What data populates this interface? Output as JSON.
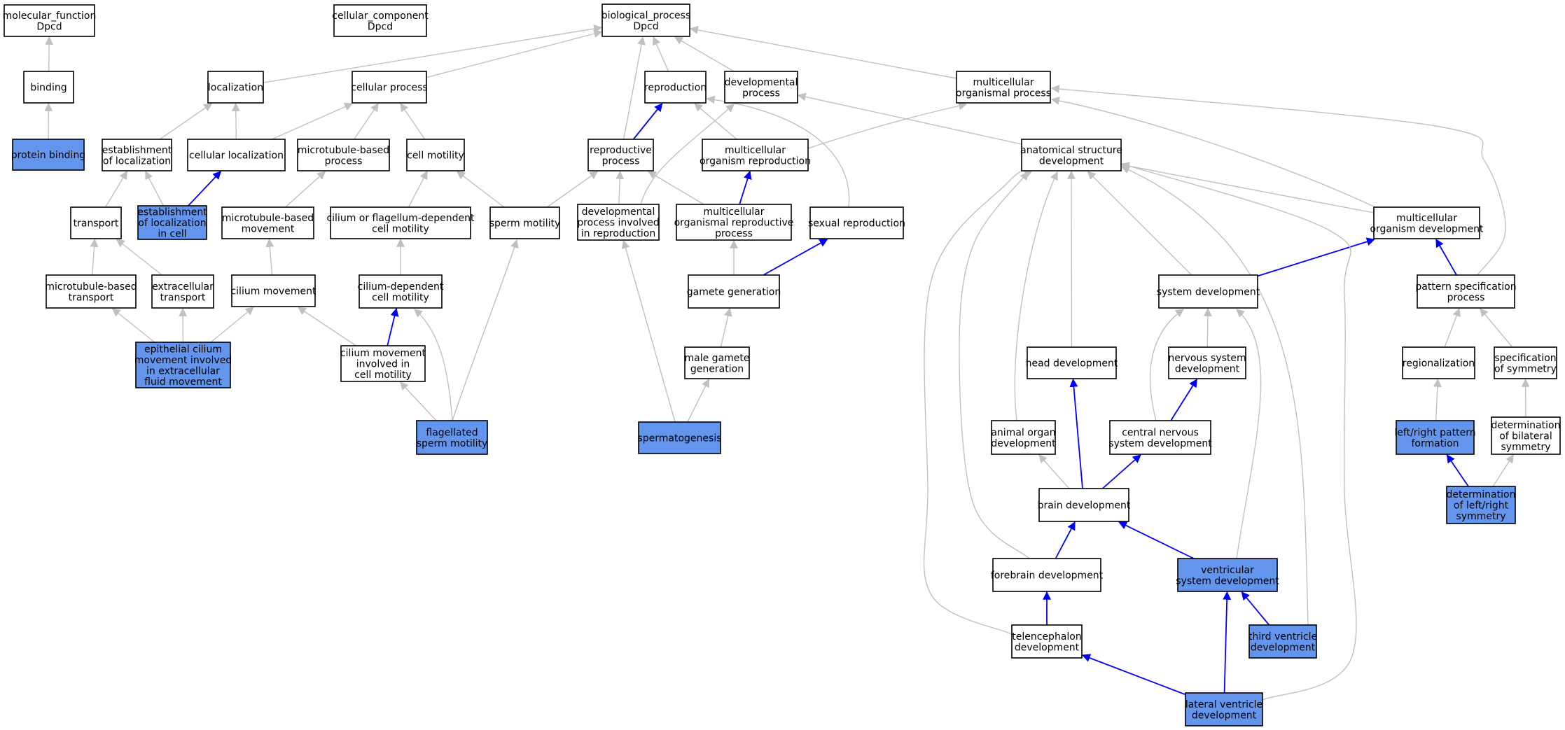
{
  "colors": {
    "highlight_fill": "#6495ed",
    "plain_fill": "#ffffff",
    "blue_edge": "#0000ff",
    "gray_edge": "#c0c0c0"
  },
  "nodes": [
    {
      "id": "molecular_function",
      "lines": [
        "molecular_function",
        "Dpcd"
      ],
      "highlight": false
    },
    {
      "id": "cellular_component",
      "lines": [
        "cellular_component",
        "Dpcd"
      ],
      "highlight": false
    },
    {
      "id": "biological_process",
      "lines": [
        "biological_process",
        "Dpcd"
      ],
      "highlight": false
    },
    {
      "id": "binding",
      "lines": [
        "binding"
      ],
      "highlight": false
    },
    {
      "id": "protein_binding",
      "lines": [
        "protein binding"
      ],
      "highlight": true
    },
    {
      "id": "localization",
      "lines": [
        "localization"
      ],
      "highlight": false
    },
    {
      "id": "cellular_process",
      "lines": [
        "cellular process"
      ],
      "highlight": false
    },
    {
      "id": "reproduction",
      "lines": [
        "reproduction"
      ],
      "highlight": false
    },
    {
      "id": "developmental_process",
      "lines": [
        "developmental",
        "process"
      ],
      "highlight": false
    },
    {
      "id": "multicellular_organismal_process",
      "lines": [
        "multicellular",
        "organismal process"
      ],
      "highlight": false
    },
    {
      "id": "establishment_of_localization",
      "lines": [
        "establishment",
        "of localization"
      ],
      "highlight": false
    },
    {
      "id": "cellular_localization",
      "lines": [
        "cellular localization"
      ],
      "highlight": false
    },
    {
      "id": "microtubule_based_process",
      "lines": [
        "microtubule-based",
        "process"
      ],
      "highlight": false
    },
    {
      "id": "cell_motility",
      "lines": [
        "cell motility"
      ],
      "highlight": false
    },
    {
      "id": "reproductive_process",
      "lines": [
        "reproductive",
        "process"
      ],
      "highlight": false
    },
    {
      "id": "multicellular_organism_reproduction",
      "lines": [
        "multicellular",
        "organism reproduction"
      ],
      "highlight": false
    },
    {
      "id": "anatomical_structure_development",
      "lines": [
        "anatomical structure",
        "development"
      ],
      "highlight": false
    },
    {
      "id": "transport",
      "lines": [
        "transport"
      ],
      "highlight": false
    },
    {
      "id": "establishment_of_localization_in_cell",
      "lines": [
        "establishment",
        "of localization",
        "in cell"
      ],
      "highlight": true
    },
    {
      "id": "microtubule_based_movement",
      "lines": [
        "microtubule-based",
        "movement"
      ],
      "highlight": false
    },
    {
      "id": "cilium_or_flagellum_dependent_cell_motility",
      "lines": [
        "cilium or flagellum-dependent",
        "cell motility"
      ],
      "highlight": false
    },
    {
      "id": "sperm_motility",
      "lines": [
        "sperm motility"
      ],
      "highlight": false
    },
    {
      "id": "developmental_process_involved_in_reproduction",
      "lines": [
        "developmental",
        "process involved",
        "in reproduction"
      ],
      "highlight": false
    },
    {
      "id": "multicellular_organismal_reproductive_process",
      "lines": [
        "multicellular",
        "organismal reproductive",
        "process"
      ],
      "highlight": false
    },
    {
      "id": "sexual_reproduction",
      "lines": [
        "sexual reproduction"
      ],
      "highlight": false
    },
    {
      "id": "multicellular_organism_development",
      "lines": [
        "multicellular",
        "organism development"
      ],
      "highlight": false
    },
    {
      "id": "microtubule_based_transport",
      "lines": [
        "microtubule-based",
        "transport"
      ],
      "highlight": false
    },
    {
      "id": "extracellular_transport",
      "lines": [
        "extracellular",
        "transport"
      ],
      "highlight": false
    },
    {
      "id": "cilium_movement",
      "lines": [
        "cilium movement"
      ],
      "highlight": false
    },
    {
      "id": "cilium_dependent_cell_motility",
      "lines": [
        "cilium-dependent",
        "cell motility"
      ],
      "highlight": false
    },
    {
      "id": "gamete_generation",
      "lines": [
        "gamete generation"
      ],
      "highlight": false
    },
    {
      "id": "system_development",
      "lines": [
        "system development"
      ],
      "highlight": false
    },
    {
      "id": "pattern_specification_process",
      "lines": [
        "pattern specification",
        "process"
      ],
      "highlight": false
    },
    {
      "id": "epithelial_cilium_movement",
      "lines": [
        "epithelial cilium",
        "movement involved",
        "in extracellular",
        "fluid movement"
      ],
      "highlight": true
    },
    {
      "id": "cilium_movement_involved_in_cell_motility",
      "lines": [
        "cilium movement",
        "involved in",
        "cell motility"
      ],
      "highlight": false
    },
    {
      "id": "male_gamete_generation",
      "lines": [
        "male gamete",
        "generation"
      ],
      "highlight": false
    },
    {
      "id": "head_development",
      "lines": [
        "head development"
      ],
      "highlight": false
    },
    {
      "id": "nervous_system_development",
      "lines": [
        "nervous system",
        "development"
      ],
      "highlight": false
    },
    {
      "id": "regionalization",
      "lines": [
        "regionalization"
      ],
      "highlight": false
    },
    {
      "id": "specification_of_symmetry",
      "lines": [
        "specification",
        "of symmetry"
      ],
      "highlight": false
    },
    {
      "id": "flagellated_sperm_motility",
      "lines": [
        "flagellated",
        "sperm motility"
      ],
      "highlight": true
    },
    {
      "id": "spermatogenesis",
      "lines": [
        "spermatogenesis"
      ],
      "highlight": true
    },
    {
      "id": "animal_organ_development",
      "lines": [
        "animal organ",
        "development"
      ],
      "highlight": false
    },
    {
      "id": "central_nervous_system_development",
      "lines": [
        "central nervous",
        "system development"
      ],
      "highlight": false
    },
    {
      "id": "left_right_pattern_formation",
      "lines": [
        "left/right pattern",
        "formation"
      ],
      "highlight": true
    },
    {
      "id": "determination_of_bilateral_symmetry",
      "lines": [
        "determination",
        "of bilateral",
        "symmetry"
      ],
      "highlight": false
    },
    {
      "id": "brain_development",
      "lines": [
        "brain development"
      ],
      "highlight": false
    },
    {
      "id": "determination_of_left_right_symmetry",
      "lines": [
        "determination",
        "of left/right",
        "symmetry"
      ],
      "highlight": true
    },
    {
      "id": "forebrain_development",
      "lines": [
        "forebrain development"
      ],
      "highlight": false
    },
    {
      "id": "ventricular_system_development",
      "lines": [
        "ventricular",
        "system development"
      ],
      "highlight": true
    },
    {
      "id": "telencephalon_development",
      "lines": [
        "telencephalon",
        "development"
      ],
      "highlight": false
    },
    {
      "id": "third_ventricle_development",
      "lines": [
        "third ventricle",
        "development"
      ],
      "highlight": true
    },
    {
      "id": "lateral_ventricle_development",
      "lines": [
        "lateral ventricle",
        "development"
      ],
      "highlight": true
    }
  ],
  "edges": [
    {
      "from": "binding",
      "to": "molecular_function",
      "style": "gray"
    },
    {
      "from": "protein_binding",
      "to": "binding",
      "style": "gray"
    },
    {
      "from": "localization",
      "to": "biological_process",
      "style": "gray"
    },
    {
      "from": "cellular_process",
      "to": "biological_process",
      "style": "gray"
    },
    {
      "from": "reproduction",
      "to": "biological_process",
      "style": "gray"
    },
    {
      "from": "developmental_process",
      "to": "biological_process",
      "style": "gray"
    },
    {
      "from": "multicellular_organismal_process",
      "to": "biological_process",
      "style": "gray"
    },
    {
      "from": "reproductive_process",
      "to": "biological_process",
      "style": "gray"
    },
    {
      "from": "establishment_of_localization",
      "to": "localization",
      "style": "gray"
    },
    {
      "from": "cellular_localization",
      "to": "localization",
      "style": "gray"
    },
    {
      "from": "cellular_localization",
      "to": "cellular_process",
      "style": "gray"
    },
    {
      "from": "microtubule_based_process",
      "to": "cellular_process",
      "style": "gray"
    },
    {
      "from": "cell_motility",
      "to": "cellular_process",
      "style": "gray"
    },
    {
      "from": "reproductive_process",
      "to": "reproduction",
      "style": "blue"
    },
    {
      "from": "multicellular_organism_reproduction",
      "to": "reproduction",
      "style": "gray"
    },
    {
      "from": "multicellular_organism_reproduction",
      "to": "multicellular_organismal_process",
      "style": "gray"
    },
    {
      "from": "anatomical_structure_development",
      "to": "developmental_process",
      "style": "gray"
    },
    {
      "from": "transport",
      "to": "establishment_of_localization",
      "style": "gray"
    },
    {
      "from": "establishment_of_localization_in_cell",
      "to": "establishment_of_localization",
      "style": "gray"
    },
    {
      "from": "establishment_of_localization_in_cell",
      "to": "cellular_localization",
      "style": "blue"
    },
    {
      "from": "microtubule_based_movement",
      "to": "microtubule_based_process",
      "style": "gray"
    },
    {
      "from": "cilium_or_flagellum_dependent_cell_motility",
      "to": "cell_motility",
      "style": "gray"
    },
    {
      "from": "sperm_motility",
      "to": "cell_motility",
      "style": "gray"
    },
    {
      "from": "sperm_motility",
      "to": "reproductive_process",
      "style": "gray"
    },
    {
      "from": "developmental_process_involved_in_reproduction",
      "to": "reproductive_process",
      "style": "gray"
    },
    {
      "from": "developmental_process_involved_in_reproduction",
      "to": "developmental_process",
      "style": "gray"
    },
    {
      "from": "multicellular_organismal_reproductive_process",
      "to": "reproductive_process",
      "style": "gray"
    },
    {
      "from": "multicellular_organismal_reproductive_process",
      "to": "multicellular_organism_reproduction",
      "style": "blue"
    },
    {
      "from": "sexual_reproduction",
      "to": "reproduction",
      "style": "gray"
    },
    {
      "from": "multicellular_organism_development",
      "to": "anatomical_structure_development",
      "style": "gray"
    },
    {
      "from": "multicellular_organism_development",
      "to": "multicellular_organismal_process",
      "style": "gray"
    },
    {
      "from": "microtubule_based_transport",
      "to": "transport",
      "style": "gray"
    },
    {
      "from": "extracellular_transport",
      "to": "transport",
      "style": "gray"
    },
    {
      "from": "cilium_movement",
      "to": "microtubule_based_movement",
      "style": "gray"
    },
    {
      "from": "cilium_dependent_cell_motility",
      "to": "cilium_or_flagellum_dependent_cell_motility",
      "style": "gray"
    },
    {
      "from": "gamete_generation",
      "to": "multicellular_organismal_reproductive_process",
      "style": "gray"
    },
    {
      "from": "gamete_generation",
      "to": "sexual_reproduction",
      "style": "blue"
    },
    {
      "from": "system_development",
      "to": "anatomical_structure_development",
      "style": "gray"
    },
    {
      "from": "system_development",
      "to": "multicellular_organism_development",
      "style": "blue"
    },
    {
      "from": "pattern_specification_process",
      "to": "multicellular_organism_development",
      "style": "blue"
    },
    {
      "from": "pattern_specification_process",
      "to": "multicellular_organismal_process",
      "style": "gray"
    },
    {
      "from": "epithelial_cilium_movement",
      "to": "microtubule_based_transport",
      "style": "gray"
    },
    {
      "from": "epithelial_cilium_movement",
      "to": "extracellular_transport",
      "style": "gray"
    },
    {
      "from": "epithelial_cilium_movement",
      "to": "cilium_movement",
      "style": "gray"
    },
    {
      "from": "cilium_movement_involved_in_cell_motility",
      "to": "cilium_movement",
      "style": "gray"
    },
    {
      "from": "cilium_movement_involved_in_cell_motility",
      "to": "cilium_dependent_cell_motility",
      "style": "blue"
    },
    {
      "from": "male_gamete_generation",
      "to": "gamete_generation",
      "style": "gray"
    },
    {
      "from": "head_development",
      "to": "anatomical_structure_development",
      "style": "gray"
    },
    {
      "from": "nervous_system_development",
      "to": "system_development",
      "style": "gray"
    },
    {
      "from": "regionalization",
      "to": "pattern_specification_process",
      "style": "gray"
    },
    {
      "from": "specification_of_symmetry",
      "to": "pattern_specification_process",
      "style": "gray"
    },
    {
      "from": "flagellated_sperm_motility",
      "to": "sperm_motility",
      "style": "gray"
    },
    {
      "from": "flagellated_sperm_motility",
      "to": "cilium_dependent_cell_motility",
      "style": "gray"
    },
    {
      "from": "flagellated_sperm_motility",
      "to": "cilium_movement_involved_in_cell_motility",
      "style": "gray"
    },
    {
      "from": "spermatogenesis",
      "to": "developmental_process_involved_in_reproduction",
      "style": "gray"
    },
    {
      "from": "spermatogenesis",
      "to": "male_gamete_generation",
      "style": "gray"
    },
    {
      "from": "animal_organ_development",
      "to": "anatomical_structure_development",
      "style": "gray"
    },
    {
      "from": "central_nervous_system_development",
      "to": "nervous_system_development",
      "style": "blue"
    },
    {
      "from": "central_nervous_system_development",
      "to": "system_development",
      "style": "gray"
    },
    {
      "from": "left_right_pattern_formation",
      "to": "regionalization",
      "style": "gray"
    },
    {
      "from": "determination_of_bilateral_symmetry",
      "to": "specification_of_symmetry",
      "style": "gray"
    },
    {
      "from": "brain_development",
      "to": "head_development",
      "style": "blue"
    },
    {
      "from": "brain_development",
      "to": "central_nervous_system_development",
      "style": "blue"
    },
    {
      "from": "brain_development",
      "to": "animal_organ_development",
      "style": "gray"
    },
    {
      "from": "determination_of_left_right_symmetry",
      "to": "left_right_pattern_formation",
      "style": "blue"
    },
    {
      "from": "determination_of_left_right_symmetry",
      "to": "determination_of_bilateral_symmetry",
      "style": "gray"
    },
    {
      "from": "forebrain_development",
      "to": "brain_development",
      "style": "blue"
    },
    {
      "from": "forebrain_development",
      "to": "anatomical_structure_development",
      "style": "gray"
    },
    {
      "from": "ventricular_system_development",
      "to": "brain_development",
      "style": "blue"
    },
    {
      "from": "ventricular_system_development",
      "to": "system_development",
      "style": "gray"
    },
    {
      "from": "telencephalon_development",
      "to": "forebrain_development",
      "style": "blue"
    },
    {
      "from": "telencephalon_development",
      "to": "anatomical_structure_development",
      "style": "gray"
    },
    {
      "from": "third_ventricle_development",
      "to": "ventricular_system_development",
      "style": "blue"
    },
    {
      "from": "third_ventricle_development",
      "to": "anatomical_structure_development",
      "style": "gray"
    },
    {
      "from": "lateral_ventricle_development",
      "to": "ventricular_system_development",
      "style": "blue"
    },
    {
      "from": "lateral_ventricle_development",
      "to": "telencephalon_development",
      "style": "blue"
    },
    {
      "from": "lateral_ventricle_development",
      "to": "anatomical_structure_development",
      "style": "gray"
    }
  ]
}
